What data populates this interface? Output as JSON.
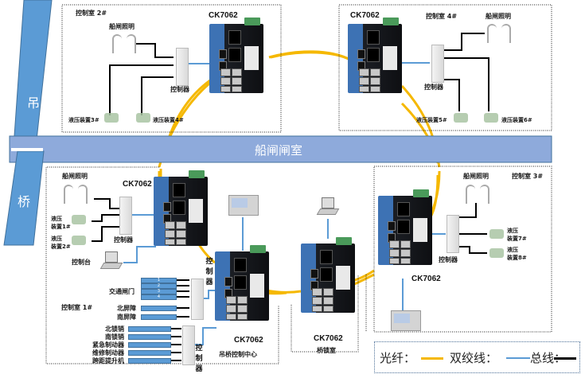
{
  "bridge_labels": {
    "top": "吊",
    "bottom": "桥"
  },
  "lock_chamber": {
    "label": "船闸闸室"
  },
  "colors": {
    "fiber": "#f5b800",
    "twisted_pair": "#5b9bd5",
    "bus": "#000000",
    "band_fill": "#8eaadb",
    "bridge_fill": "#5b9bd5"
  },
  "switch_model": "CK7062",
  "rooms": {
    "room2": {
      "title": "控制室 2#",
      "lighting": "船闸照明",
      "controller": "控制器",
      "hydraulic_a": "液压装置3#",
      "hydraulic_b": "液压装置4#"
    },
    "room4": {
      "title": "控制室 4#",
      "lighting": "船闸照明",
      "controller": "控制器",
      "hydraulic_a": "液压装置5#",
      "hydraulic_b": "液压装置6#"
    },
    "room3": {
      "title": "控制室 3#",
      "lighting": "船闸照明",
      "controller": "控制器",
      "hydraulic_a_line1": "液压",
      "hydraulic_a_line2": "装置7#",
      "hydraulic_b_line1": "液压",
      "hydraulic_b_line2": "装置8#"
    },
    "room1": {
      "title": "控制室 1#",
      "lighting": "船闸照明",
      "controller": "控制器",
      "hydraulic_a_line1": "液压",
      "hydraulic_a_line2": "装置1#",
      "hydraulic_b_line1": "液压",
      "hydraulic_b_line2": "装置2#",
      "console": "控制台",
      "traffic_gate": "交通闸门",
      "gate_numbers": [
        "1",
        "2",
        "3",
        "4"
      ],
      "north_barrier": "北屏障",
      "south_barrier": "南屏障",
      "bar_devices": [
        "北锁销",
        "南锁销",
        "紧急制动器",
        "维修制动器",
        "跨距提升机"
      ],
      "controller_vertical_a": [
        "控",
        "制",
        "器"
      ],
      "controller_vertical_b": [
        "控",
        "制",
        "器"
      ]
    },
    "center": {
      "title": "吊桥控制中心"
    },
    "lock_room": {
      "title": "桥锁室"
    }
  },
  "legend": {
    "fiber": "光纤：",
    "twisted_pair": "双绞线：",
    "bus": "总线："
  }
}
